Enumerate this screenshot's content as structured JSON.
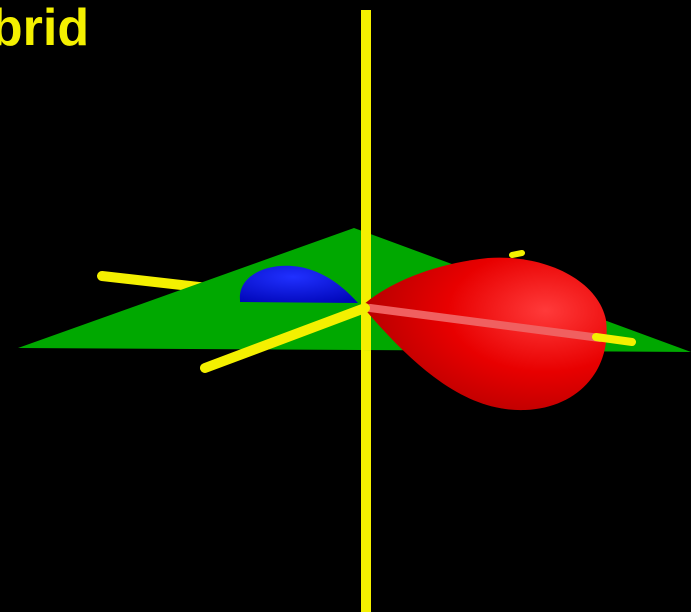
{
  "title": "ybrid",
  "colors": {
    "background": "#000000",
    "axes": "#f4f000",
    "plane": "#00a800",
    "large_lobe": "#e80000",
    "small_lobe": "#0008d0"
  },
  "elements": {
    "axes": [
      "vertical-axis",
      "x-axis",
      "y-axis"
    ],
    "plane": "trigonal-plane",
    "lobes": [
      {
        "name": "large-lobe",
        "color": "red"
      },
      {
        "name": "small-lobe",
        "color": "blue"
      }
    ]
  }
}
